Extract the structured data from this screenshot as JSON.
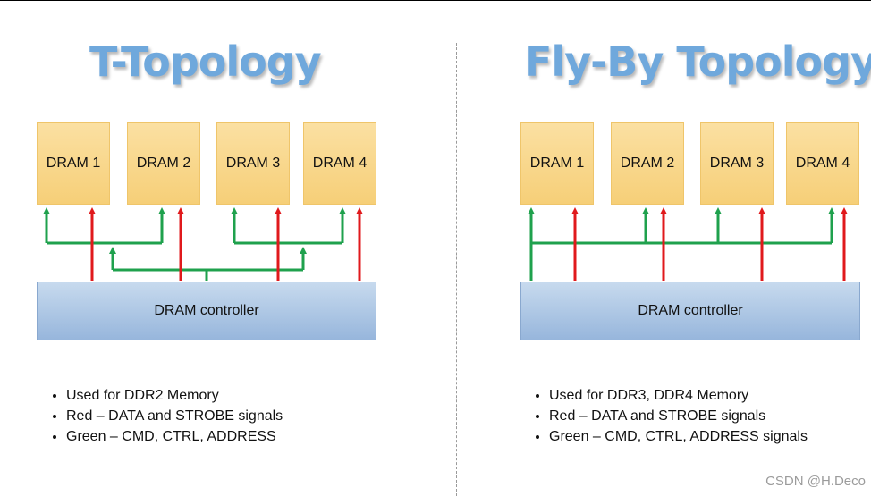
{
  "left": {
    "title": "T-Topology",
    "drams": [
      "DRAM 1",
      "DRAM 2",
      "DRAM 3",
      "DRAM 4"
    ],
    "controller": "DRAM controller",
    "bullets": [
      "Used for DDR2 Memory",
      "Red – DATA and STROBE signals",
      "Green – CMD, CTRL, ADDRESS"
    ]
  },
  "right": {
    "title": "Fly-By Topology",
    "drams": [
      "DRAM 1",
      "DRAM 2",
      "DRAM 3",
      "DRAM 4"
    ],
    "controller": "DRAM controller",
    "bullets": [
      "Used for DDR3, DDR4 Memory",
      "Red – DATA and STROBE signals",
      "Green – CMD, CTRL, ADDRESS signals"
    ]
  },
  "colors": {
    "data_signal": "#e0191c",
    "cmd_signal": "#1fa14d",
    "title": "#6fa8dc"
  },
  "watermark": "CSDN @H.Deco"
}
